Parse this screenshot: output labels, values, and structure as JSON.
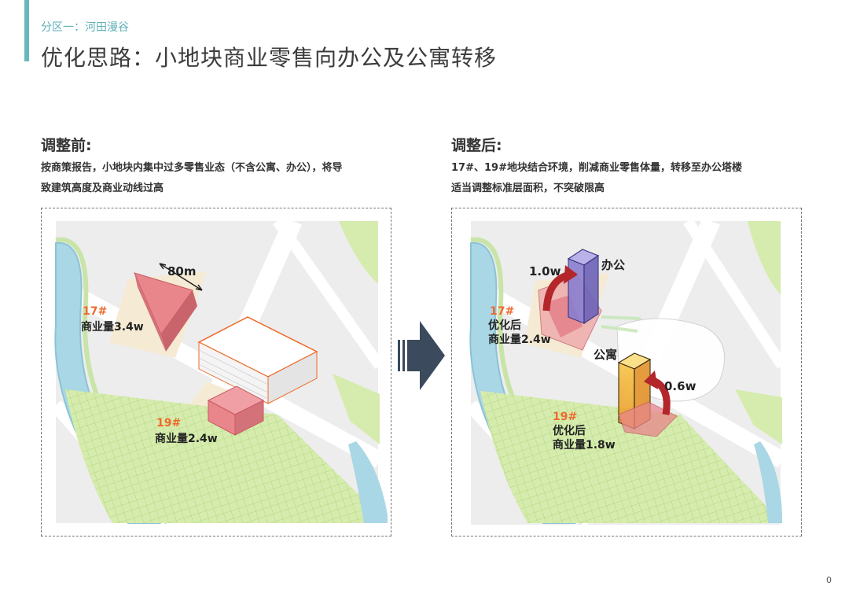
{
  "header": {
    "section_label": "分区一：河田漫谷",
    "title": "优化思路：小地块商业零售向办公及公寓转移"
  },
  "before": {
    "heading": "调整前:",
    "desc_line1": "按商策报告，小地块内集中过多零售业态（不含公寓、办公），将导",
    "desc_line2": "致建筑高度及商业动线过高",
    "dimension": "80m",
    "plot17": {
      "id": "17#",
      "label": "商业量3.4w"
    },
    "plot19": {
      "id": "19#",
      "label": "商业量2.4w"
    }
  },
  "after": {
    "heading": "调整后:",
    "desc_line1": "17#、19#地块结合环境，削减商业零售体量，转移至办公塔楼",
    "desc_line2": "适当调整标准层面积，不突破限高",
    "plot17": {
      "id": "17#",
      "label1": "优化后",
      "label2": "商业量2.4w"
    },
    "plot19": {
      "id": "19#",
      "label1": "优化后",
      "label2": "商业量1.8w"
    },
    "office": "办公",
    "apartment": "公寓",
    "transfer_office": "1.0w",
    "transfer_apartment": "0.6w"
  },
  "footer": {
    "page_number": "0"
  },
  "icons": {
    "transition_arrow": "right-arrow-icon"
  },
  "colors": {
    "accent": "#67b7bd",
    "plot_number": "#ee6a2c",
    "commercial_block": "#e8868c",
    "office_tower": "#8a7fd0",
    "apartment_tower": "#f2b431",
    "transfer_arrow": "#b3262a",
    "green_space": "#d6ecae",
    "water": "#a9d7e5"
  }
}
